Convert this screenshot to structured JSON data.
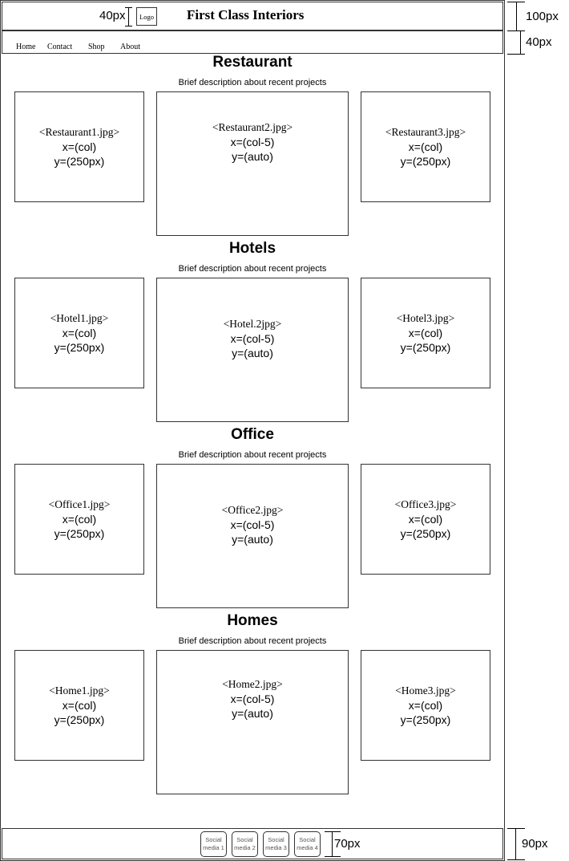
{
  "header": {
    "title": "First Class Interiors",
    "logo": "Logo",
    "logo_height_note": "40px",
    "height_note": "100px"
  },
  "nav": {
    "items": [
      "Home",
      "Contact",
      "Shop",
      "About"
    ],
    "height_note": "40px"
  },
  "sections": [
    {
      "title": "Restaurant",
      "description": "Brief description about recent projects",
      "images": [
        {
          "file": "<Restaurant1.jpg>",
          "x": "x=(col)",
          "y": "y=(250px)"
        },
        {
          "file": "<Restaurant2.jpg>",
          "x": "x=(col-5)",
          "y": "y=(auto)"
        },
        {
          "file": "<Restaurant3.jpg>",
          "x": "x=(col)",
          "y": "y=(250px)"
        }
      ]
    },
    {
      "title": "Hotels",
      "description": "Brief description about recent projects",
      "images": [
        {
          "file": "<Hotel1.jpg>",
          "x": "x=(col)",
          "y": "y=(250px)"
        },
        {
          "file": "<Hotel.2jpg>",
          "x": "x=(col-5)",
          "y": "y=(auto)"
        },
        {
          "file": "<Hotel3.jpg>",
          "x": "x=(col)",
          "y": "y=(250px)"
        }
      ]
    },
    {
      "title": "Office",
      "description": "Brief description about recent projects",
      "images": [
        {
          "file": "<Office1.jpg>",
          "x": "x=(col)",
          "y": "y=(250px)"
        },
        {
          "file": "<Office2.jpg>",
          "x": "x=(col-5)",
          "y": "y=(auto)"
        },
        {
          "file": "<Office3.jpg>",
          "x": "x=(col)",
          "y": "y=(250px)"
        }
      ]
    },
    {
      "title": "Homes",
      "description": "Brief description about recent projects",
      "images": [
        {
          "file": "<Home1.jpg>",
          "x": "x=(col)",
          "y": "y=(250px)"
        },
        {
          "file": "<Home2.jpg>",
          "x": "x=(col-5)",
          "y": "y=(auto)"
        },
        {
          "file": "<Home3.jpg>",
          "x": "x=(col)",
          "y": "y=(250px)"
        }
      ]
    }
  ],
  "footer": {
    "social": [
      {
        "line1": "Social",
        "line2": "media 1"
      },
      {
        "line1": "Social",
        "line2": "media 2"
      },
      {
        "line1": "Social",
        "line2": "media 3"
      },
      {
        "line1": "Social",
        "line2": "media 4"
      }
    ],
    "icon_height_note": "70px",
    "height_note": "90px"
  }
}
